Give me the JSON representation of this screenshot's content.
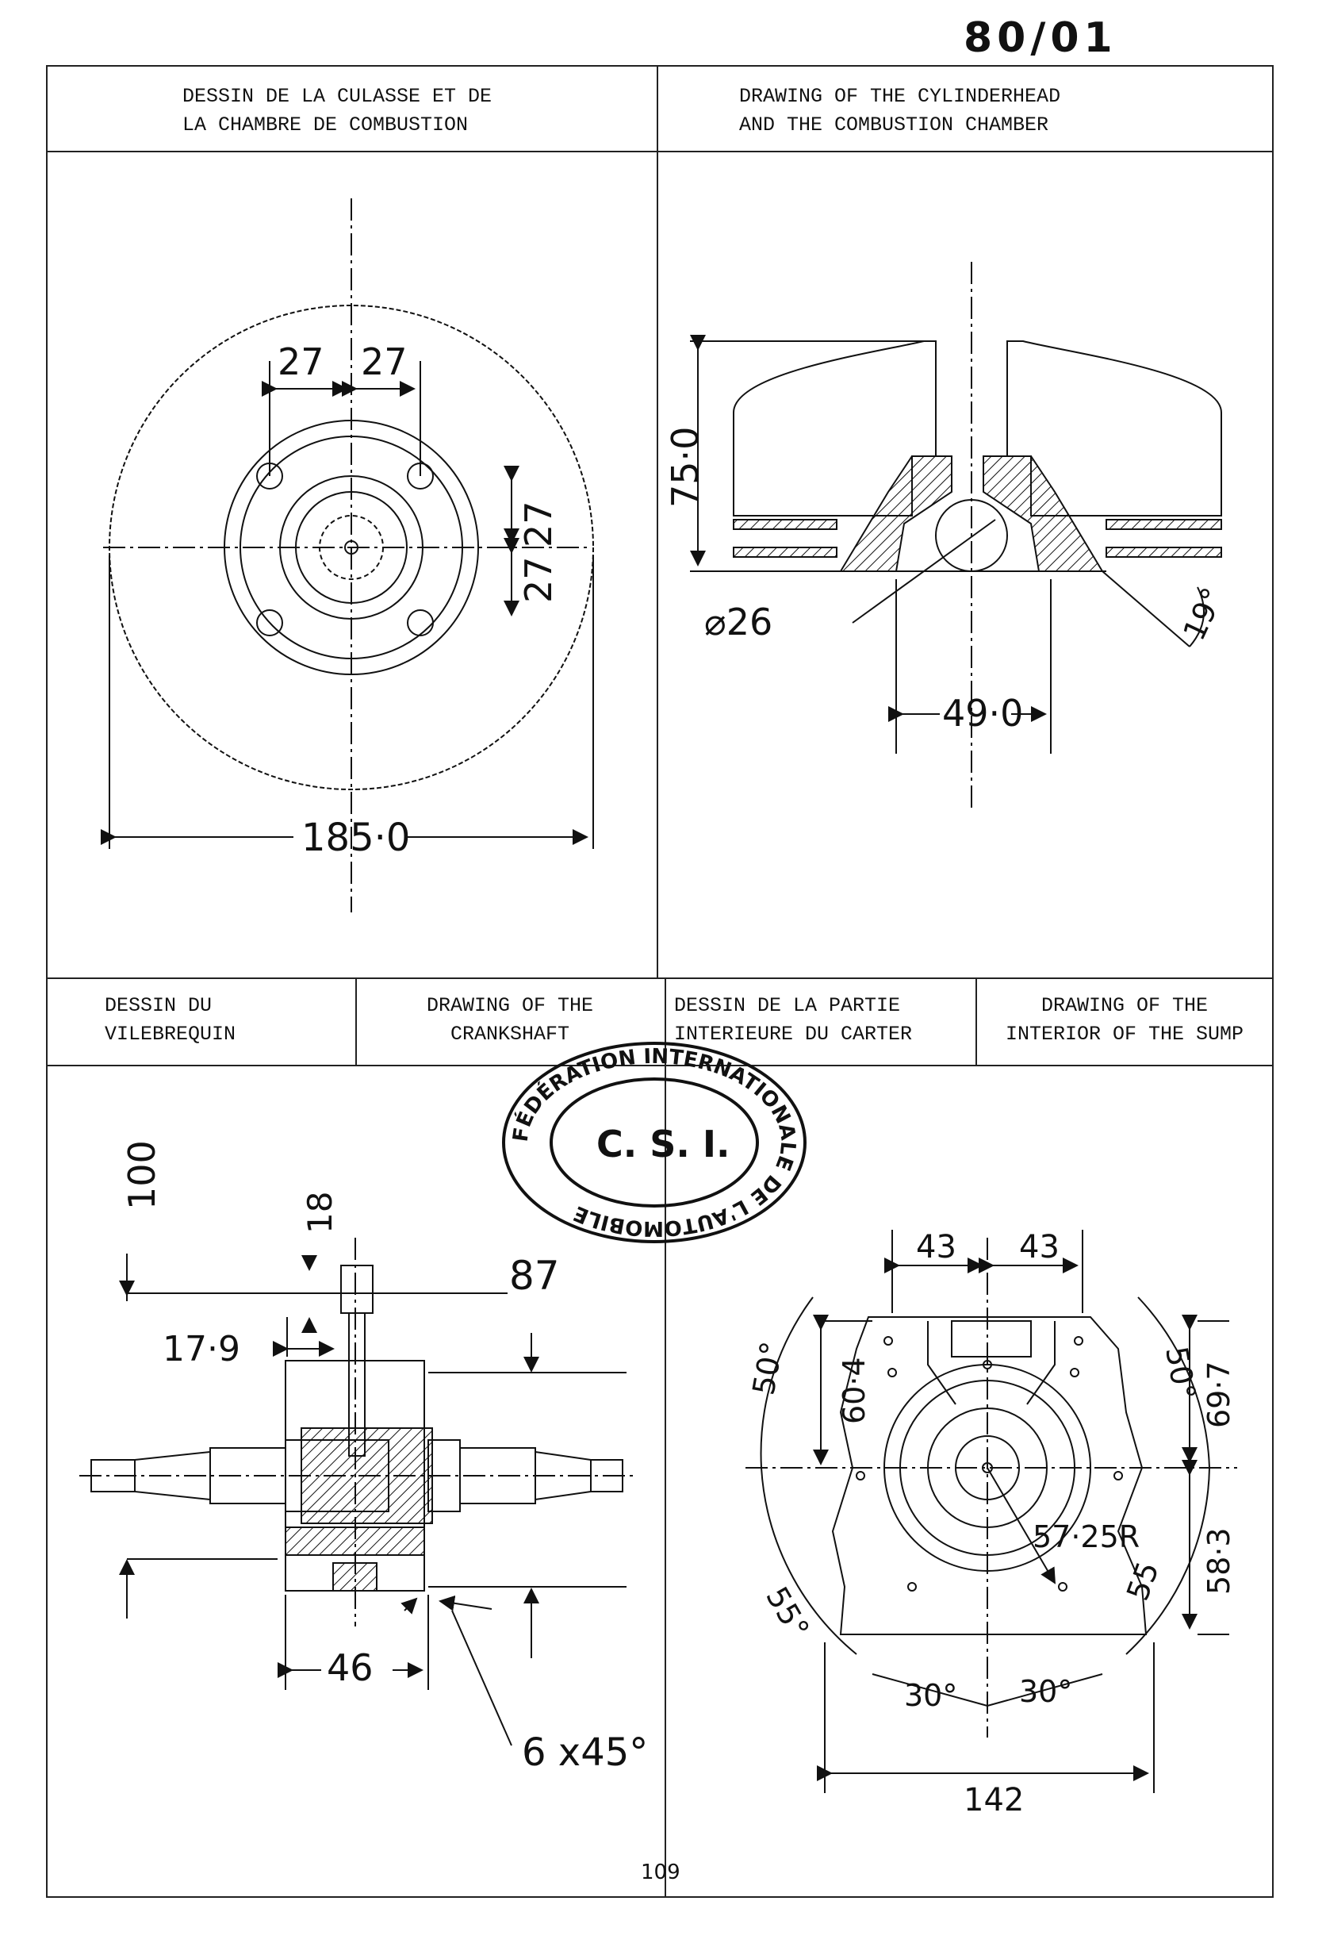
{
  "document": {
    "number": "80/01",
    "page_number": "109"
  },
  "headers": {
    "cylinderhead_fr": "DESSIN DE LA CULASSE ET DE\nLA CHAMBRE DE COMBUSTION",
    "cylinderhead_en": "DRAWING OF THE CYLINDERHEAD\nAND THE COMBUSTION CHAMBER",
    "crankshaft_fr": "DESSIN DU\nVILEBREQUIN",
    "crankshaft_en": "DRAWING OF THE\nCRANKSHAFT",
    "sump_fr": "DESSIN DE LA PARTIE\nINTERIEURE DU CARTER",
    "sump_en": "DRAWING OF THE\nINTERIOR OF THE SUMP"
  },
  "stamp": {
    "ring_text": "FÉDÉRATION INTERNATIONALE DE L'AUTOMOBILE",
    "center_text": "C. S. I."
  },
  "dimensions": {
    "head_top": {
      "d1": "27",
      "d2": "27",
      "d3": "27",
      "d4": "27",
      "diameter": "185·0"
    },
    "head_section": {
      "height": "75·0",
      "bore": "⌀26",
      "width": "49·0",
      "angle": "19°"
    },
    "crankshaft": {
      "d100": "100",
      "d18": "18",
      "d87": "87",
      "d17_9": "17·9",
      "d46": "46",
      "chamfer": "6 x45°"
    },
    "sump": {
      "w1": "43",
      "w2": "43",
      "a1": "50°",
      "h1": "60·4",
      "a2": "50°",
      "h2": "69·7",
      "h3": "58·3",
      "radius": "57·25R",
      "a3": "55°",
      "a4": "55",
      "a5": "30°",
      "a6": "30°",
      "width": "142"
    }
  }
}
